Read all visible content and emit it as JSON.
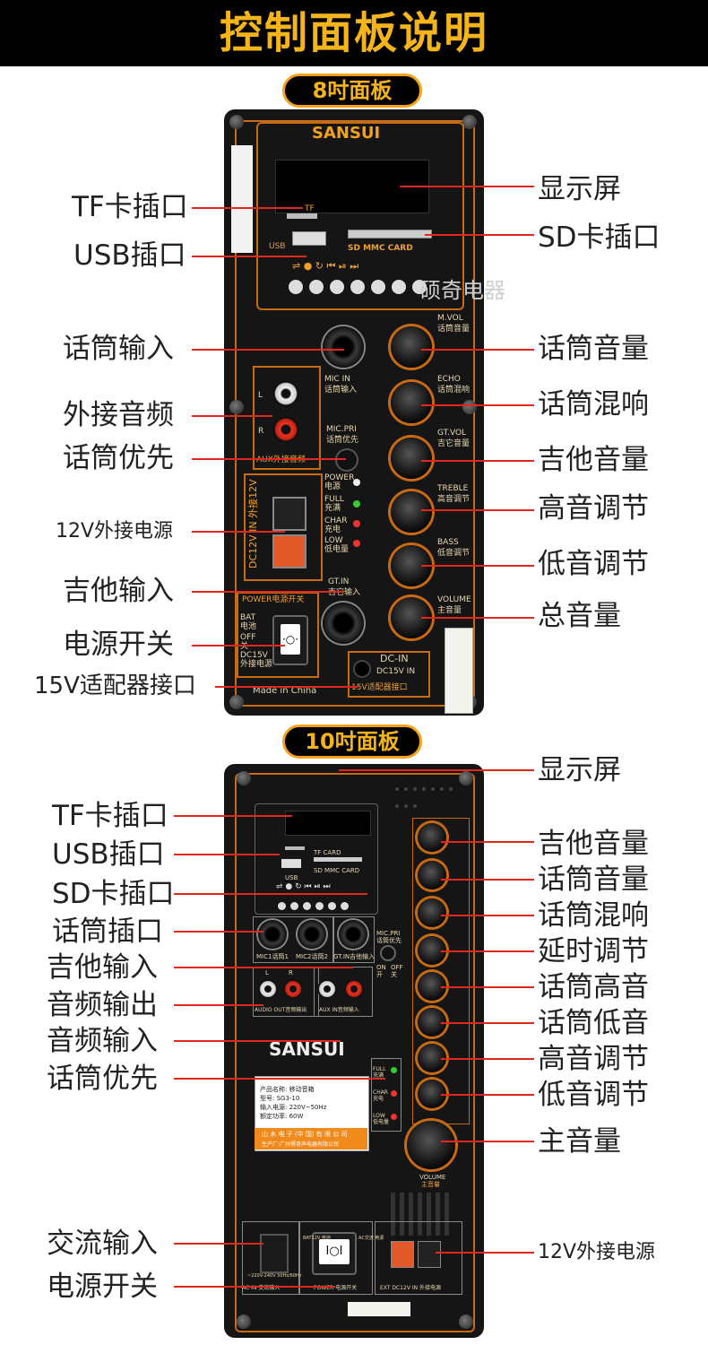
{
  "title": "控制面板说明",
  "watermark": "硕奇电器",
  "panel8": {
    "tag": "8吋面板",
    "brand": "SANSUI",
    "labels_left": {
      "tf": "TF卡插口",
      "usb": "USB插口",
      "mic_in": "话筒输入",
      "aux": "外接音频",
      "mic_pri": "话筒优先",
      "dc12": "12V外接电源",
      "gt_in": "吉他输入",
      "power": "电源开关",
      "adapter": "15V适配器接口"
    },
    "labels_right": {
      "display": "显示屏",
      "sd": "SD卡插口",
      "mvol": "话筒音量",
      "echo": "话筒混响",
      "gtvol": "吉他音量",
      "treble": "高音调节",
      "bass": "低音调节",
      "volume": "总音量"
    },
    "silk": {
      "tf": "TF",
      "sd": "SD MMC CARD",
      "usb": "USB",
      "mic_in": "MIC IN",
      "mic_in_cn": "话筒输入",
      "l": "L",
      "r": "R",
      "aux": "AUX外接音频",
      "mic_pri": "MIC.PRI",
      "mic_pri_cn": "话筒优先",
      "power_led": "POWER",
      "power_led_cn": "电源",
      "full": "FULL",
      "full_cn": "充满",
      "char": "CHAR",
      "char_cn": "充电",
      "low": "LOW",
      "low_cn": "低电量",
      "dc12": "DC12V IN 外接12V",
      "gt_in": "GT.IN",
      "gt_in_cn": "吉它输入",
      "power_sw": "POWER电源开关",
      "bat": "BAT",
      "bat_cn": "电池",
      "off": "OFF",
      "off_cn": "关",
      "dc15": "DC15V",
      "dc15_cn": "外接电源",
      "dcin": "DC-IN",
      "dcin_v": "DC15V IN",
      "dcin_cn": "15V适配器接口",
      "made": "Made in China",
      "mvol": "M.VOL",
      "mvol_cn": "话筒音量",
      "echo": "ECHO",
      "echo_cn": "话筒混响",
      "gtvol": "GT.VOL",
      "gtvol_cn": "吉它音量",
      "treble": "TREBLE",
      "treble_cn": "高音调节",
      "bass": "BASS",
      "bass_cn": "低音调节",
      "volume": "VOLUME",
      "volume_cn": "主音量"
    }
  },
  "panel10": {
    "tag": "10吋面板",
    "brand": "SANSUI",
    "labels_left": {
      "tf": "TF卡插口",
      "usb": "USB插口",
      "sd": "SD卡插口",
      "mic": "话筒插口",
      "gt": "吉他输入",
      "aout": "音频输出",
      "ain": "音频输入",
      "pri": "话筒优先",
      "ac": "交流输入",
      "power": "电源开关"
    },
    "labels_right": {
      "display": "显示屏",
      "gtvol": "吉他音量",
      "mvol": "话筒音量",
      "echo": "话筒混响",
      "delay": "延时调节",
      "mtreble": "话筒高音",
      "mbass": "话筒低音",
      "treble": "高音调节",
      "bass": "低音调节",
      "volume": "主音量",
      "dc12": "12V外接电源"
    },
    "silk": {
      "tf": "TF CARD",
      "sd": "SD MMC CARD",
      "usb": "USB",
      "mic1": "MIC1话筒1",
      "mic2": "MIC2话筒2",
      "gt": "GT.IN吉他输入",
      "aout": "AUDIO OUT音频输出",
      "ain": "AUX IN音频输入",
      "mic_pri": "MIC.PRI",
      "mic_pri_cn": "话筒优先",
      "on": "ON",
      "on_cn": "开",
      "off": "OFF",
      "off_cn": "关",
      "full": "FULL",
      "full_cn": "充满",
      "char": "CHAR",
      "char_cn": "充电",
      "low": "LOW",
      "low_cn": "低电量",
      "volume": "VOLUME",
      "volume_cn": "主音量",
      "ac": "AC IN 交流输入",
      "ac_v": "~220V-240V 50Hz/60Hz",
      "power": "POWER 电源开关",
      "bat": "BAT12V 电池",
      "acin": "AC交流 电源",
      "dc12": "EXT DC12V IN 外接电源",
      "l": "L",
      "r": "R",
      "plate_company": "山 水 电 子 (中 国) 有 限 公 司",
      "plate_factory": "生产厂:广州得奇声电器有限公司",
      "plate_product": "产品名称: 移动音箱",
      "plate_model": "型号: SG3-10",
      "plate_input": "输入电源: 220V~50Hz",
      "plate_power": "额定功率: 60W"
    }
  }
}
